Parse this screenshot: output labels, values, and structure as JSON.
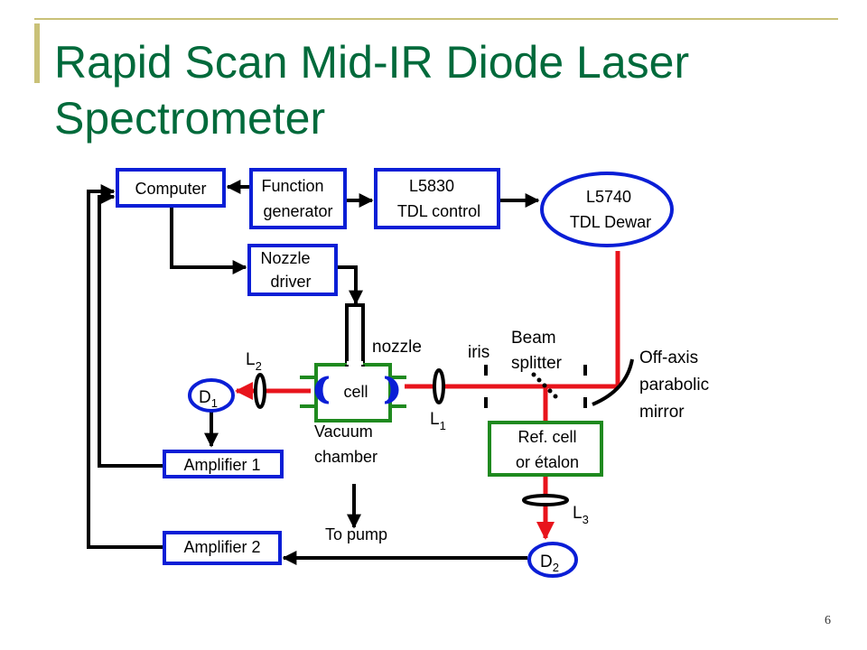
{
  "slide": {
    "title_line1": "Rapid Scan Mid-IR Diode Laser",
    "title_line2": "Spectrometer",
    "page_number": "6"
  },
  "diagram": {
    "boxes": {
      "computer": "Computer",
      "function_generator_line1": "Function",
      "function_generator_line2": "generator",
      "tdl_control_line1": "L5830",
      "tdl_control_line2": "TDL control",
      "nozzle_driver_line1": "Nozzle",
      "nozzle_driver_line2": "driver",
      "amplifier1": "Amplifier 1",
      "amplifier2": "Amplifier 2",
      "ref_cell_line1": "Ref. cell",
      "ref_cell_line2": "or étalon",
      "cell": "cell"
    },
    "ellipses": {
      "dewar_line1": "L5740",
      "dewar_line2": "TDL Dewar",
      "detector1": "D",
      "detector1_sub": "1",
      "detector2": "D",
      "detector2_sub": "2"
    },
    "labels": {
      "nozzle": "nozzle",
      "iris": "iris",
      "beam_splitter_line1": "Beam",
      "beam_splitter_line2": "splitter",
      "mirror_line1": "Off-axis",
      "mirror_line2": "parabolic",
      "mirror_line3": "mirror",
      "vacuum_line1": "Vacuum",
      "vacuum_line2": "chamber",
      "to_pump": "To pump",
      "lens2": "L",
      "lens2_sub": "2",
      "lens1": "L",
      "lens1_sub": "1",
      "lens3": "L",
      "lens3_sub": "3"
    },
    "colors": {
      "box_border": "#0a1ed6",
      "laser_beam": "#e8141c",
      "chamber": "#1f8a1f",
      "signal_line": "#000000",
      "title": "#006a3b"
    }
  }
}
